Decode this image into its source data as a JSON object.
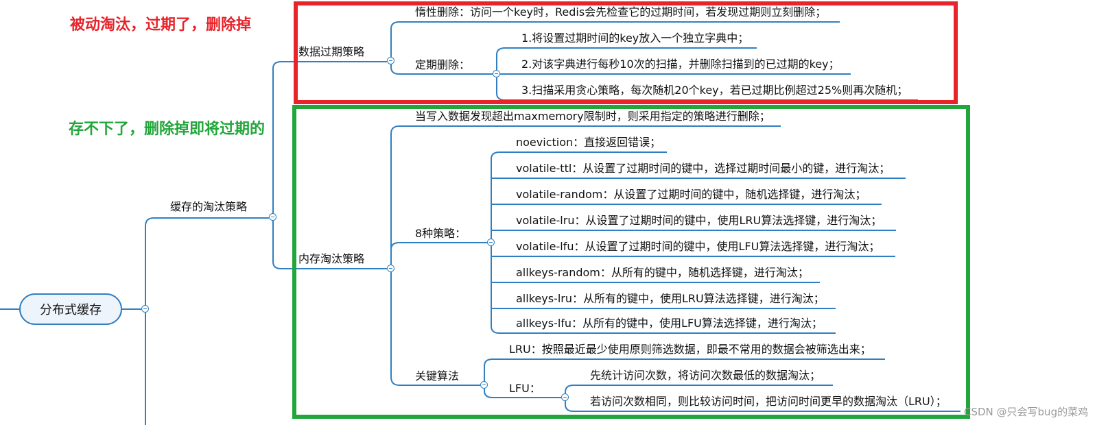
{
  "annotations": {
    "passive": "被动淘汰，过期了，删除掉",
    "full": "存不下了，删除掉即将过期的"
  },
  "colors": {
    "line": "#2f7fc1",
    "red_box": "#e8232a",
    "green_box": "#22a63b",
    "red_text": "#e8232a",
    "green_text": "#22a63b"
  },
  "root": "分布式缓存",
  "cache_eviction": {
    "label": "缓存的淘汰策略",
    "expiry": {
      "label": "数据过期策略",
      "lazy": "惰性删除：访问一个key时，Redis会先检查它的过期时间，若发现过期则立刻删除；",
      "periodic": {
        "label": "定期删除：",
        "steps": [
          "1.将设置过期时间的key放入一个独立字典中；",
          "2.对该字典进行每秒10次的扫描，并删除扫描到的已过期的key；",
          "3.扫描采用贪心策略，每次随机20个key，若已过期比例超过25%则再次随机；"
        ]
      }
    },
    "memory": {
      "label": "内存淘汰策略",
      "trigger": "当写入数据发现超出maxmemory限制时，则采用指定的策略进行删除；",
      "strategies": {
        "label": "8种策略：",
        "items": [
          "noeviction：直接返回错误；",
          "volatile-ttl：从设置了过期时间的键中，选择过期时间最小的键，进行淘汰；",
          "volatile-random：从设置了过期时间的键中，随机选择键，进行淘汰；",
          "volatile-lru：从设置了过期时间的键中，使用LRU算法选择键，进行淘汰；",
          "volatile-lfu：从设置了过期时间的键中，使用LFU算法选择键，进行淘汰；",
          "allkeys-random：从所有的键中，随机选择键，进行淘汰；",
          "allkeys-lru：从所有的键中，使用LRU算法选择键，进行淘汰；",
          "allkeys-lfu：从所有的键中，使用LFU算法选择键，进行淘汰；"
        ]
      },
      "algorithms": {
        "label": "关键算法",
        "lru": "LRU：按照最近最少使用原则筛选数据，即最不常用的数据会被筛选出来；",
        "lfu": {
          "label": "LFU：",
          "items": [
            "先统计访问次数，将访问次数最低的数据淘汰；",
            "若访问次数相同，则比较访问时间，把访问时间更早的数据淘汰（LRU）；"
          ]
        }
      }
    }
  },
  "watermark": "CSDN @只会写bug的菜鸡"
}
